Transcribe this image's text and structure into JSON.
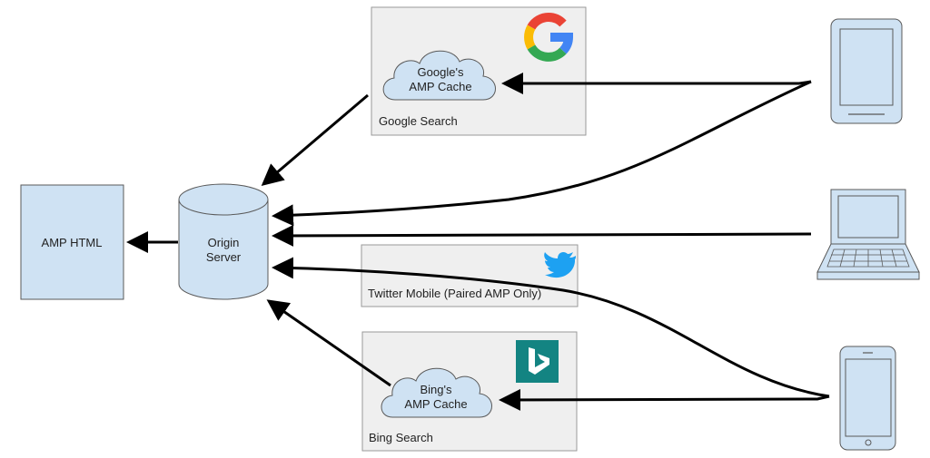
{
  "nodes": {
    "amp_html": {
      "label": "AMP HTML"
    },
    "origin_server": {
      "line1": "Origin",
      "line2": "Server"
    },
    "google_group": {
      "label": "Google Search",
      "logo": "google-g-icon"
    },
    "google_cache": {
      "line1": "Google's",
      "line2": "AMP Cache"
    },
    "twitter_group": {
      "label": "Twitter Mobile (Paired AMP Only)",
      "logo": "twitter-bird-icon"
    },
    "bing_group": {
      "label": "Bing Search",
      "logo": "bing-b-icon"
    },
    "bing_cache": {
      "line1": "Bing's",
      "line2": "AMP Cache"
    },
    "devices": [
      "tablet-icon",
      "laptop-icon",
      "phone-icon"
    ]
  },
  "colors": {
    "node_fill": "#cfe2f3",
    "group_fill": "#efefef",
    "stroke": "#595959",
    "arrow": "#000000",
    "twitter_blue": "#1da1f2",
    "bing_teal": "#138482"
  }
}
